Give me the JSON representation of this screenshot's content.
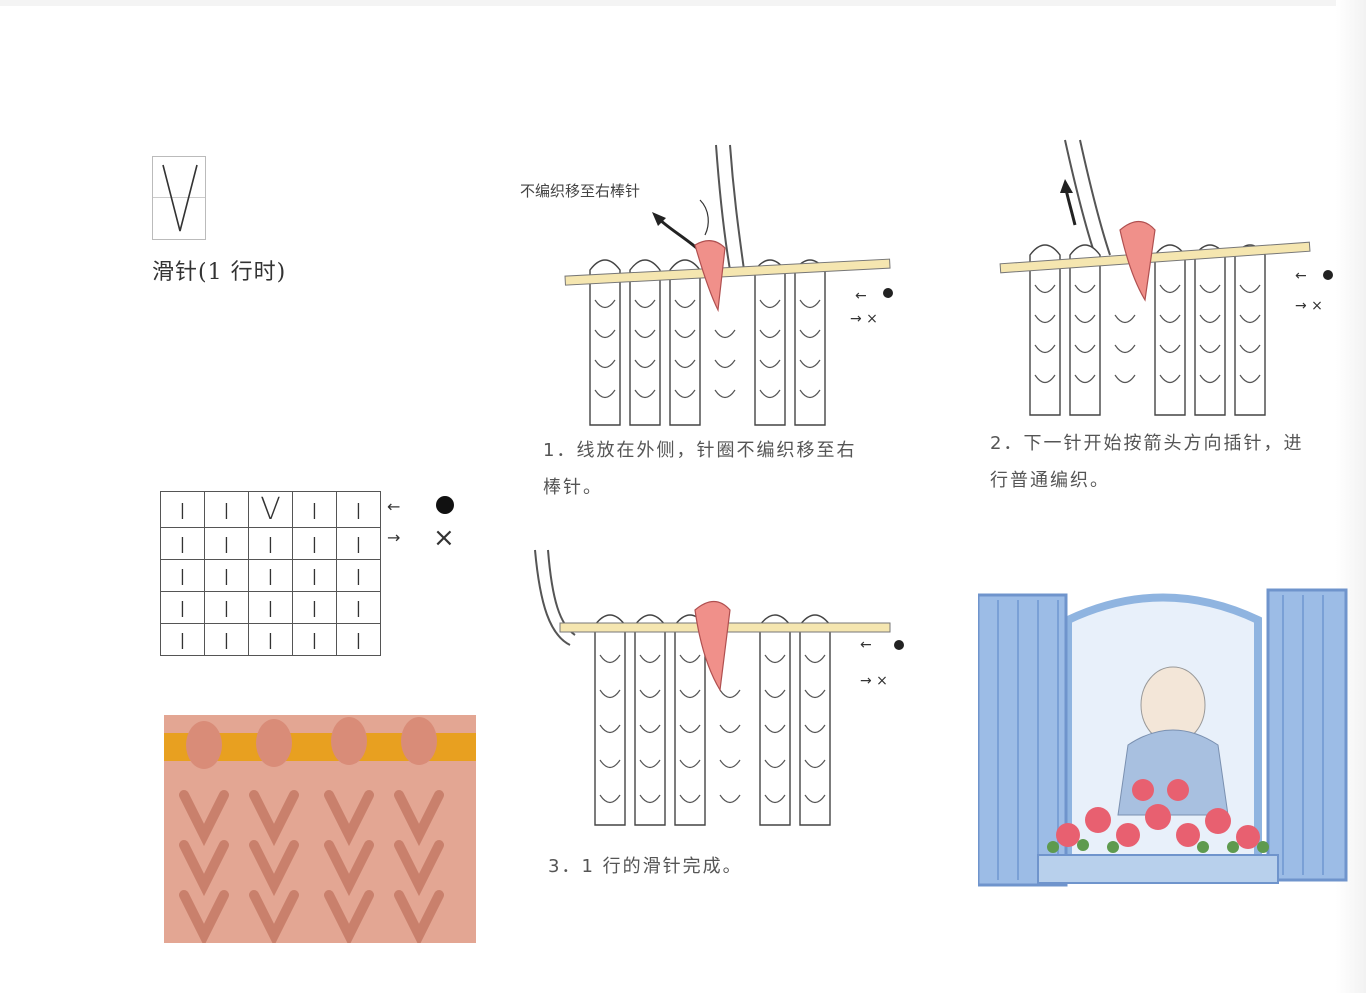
{
  "title": "滑针(1 行时)",
  "annotation": "不编织移至右棒针",
  "steps": [
    {
      "caption_line1": "1．线放在外侧，针圈不编织移至右",
      "caption_line2": "棒针。"
    },
    {
      "caption_line1": "2．下一针开始按箭头方向插针，进",
      "caption_line2": "行普通编织。"
    },
    {
      "caption_line1": "3．1 行的滑针完成。"
    }
  ],
  "chart": {
    "rows": [
      [
        "|",
        "|",
        "V",
        "|",
        "|"
      ],
      [
        "|",
        "|",
        "|",
        "|",
        "|"
      ],
      [
        "|",
        "|",
        "|",
        "|",
        "|"
      ],
      [
        "|",
        "|",
        "|",
        "|",
        "|"
      ],
      [
        "|",
        "|",
        "|",
        "|",
        "|"
      ]
    ]
  },
  "legend": {
    "row_dot": "●",
    "row_cross": "×"
  },
  "colors": {
    "slip_stitch": "#f0908a",
    "needle": "#f5e6b0",
    "yarn_photo": "#e0a090",
    "needle_photo": "#e8a020",
    "window": "#8fb4e0"
  }
}
